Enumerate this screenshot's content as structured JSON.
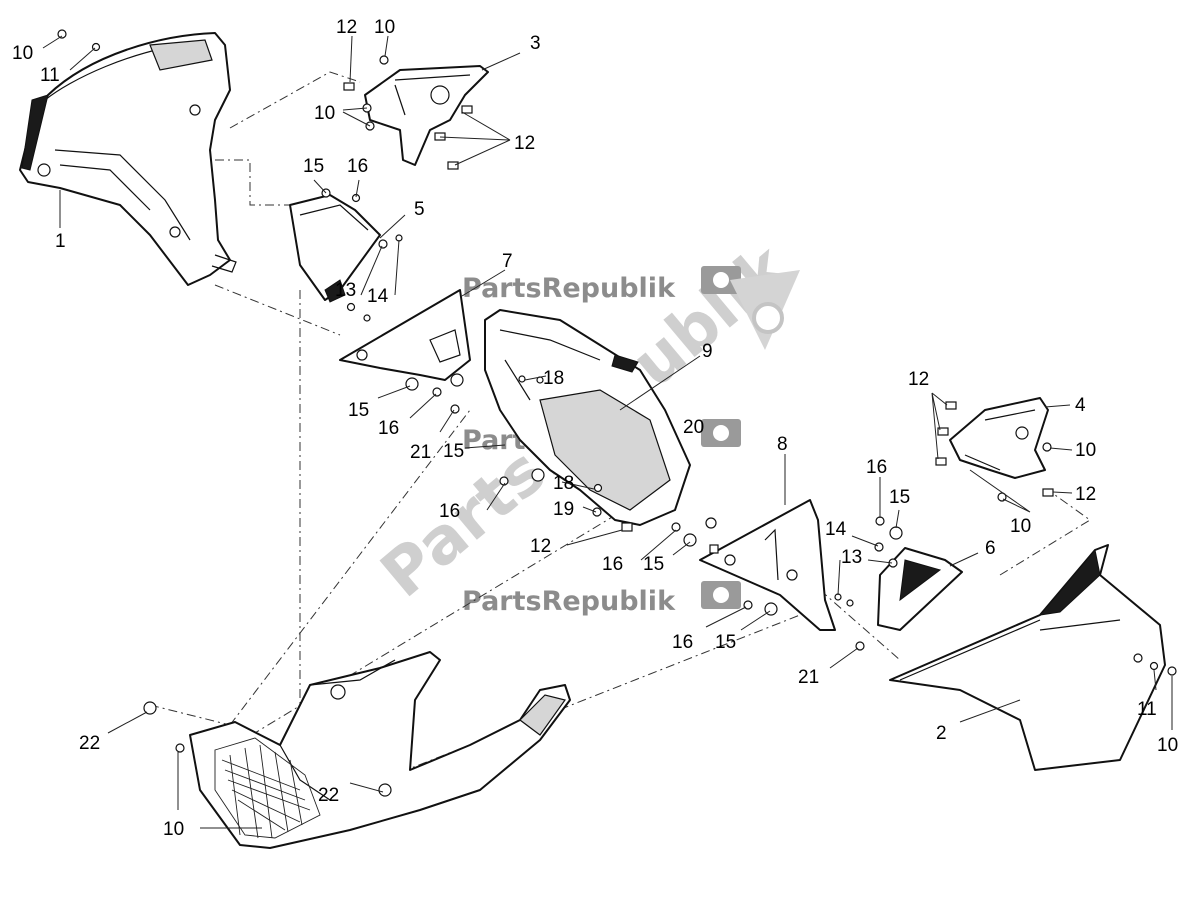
{
  "watermark": {
    "brand": "PartsRepublik"
  },
  "callouts": {
    "n1": "1",
    "n2": "2",
    "n3": "3",
    "n4": "4",
    "n5": "5",
    "n6": "6",
    "n7": "7",
    "n8": "8",
    "n9": "9",
    "n10": "10",
    "n11": "11",
    "n12": "12",
    "n13": "13",
    "n14": "14",
    "n15": "15",
    "n16": "16",
    "n18": "18",
    "n19": "19",
    "n20": "20",
    "n21": "21",
    "n22": "22"
  }
}
